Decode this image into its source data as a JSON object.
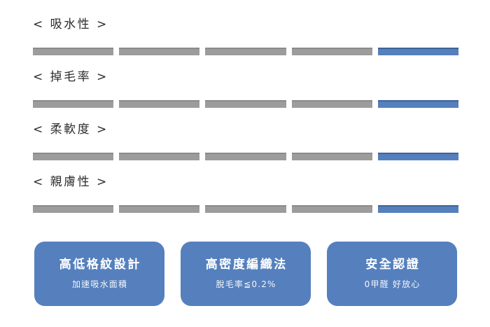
{
  "page": {
    "background_color": "#ffffff",
    "accent_color": "#5580bd",
    "inactive_color": "#9c9c9c",
    "text_color": "#2b2b2b"
  },
  "metrics": {
    "segments_per_row": 5,
    "rows": [
      {
        "label": "< 吸水性 >",
        "name": "water-absorption",
        "filled": 1,
        "levels": [
          "off",
          "off",
          "off",
          "off",
          "on"
        ]
      },
      {
        "label": "< 掉毛率 >",
        "name": "shedding-rate",
        "filled": 1,
        "levels": [
          "off",
          "off",
          "off",
          "off",
          "on"
        ]
      },
      {
        "label": "< 柔軟度 >",
        "name": "softness",
        "filled": 1,
        "levels": [
          "off",
          "off",
          "off",
          "off",
          "on"
        ]
      },
      {
        "label": "< 親膚性 >",
        "name": "skin-friendliness",
        "filled": 1,
        "levels": [
          "off",
          "off",
          "off",
          "off",
          "on"
        ]
      }
    ]
  },
  "cards": [
    {
      "title": "高低格紋設計",
      "subtitle": "加速吸水面積",
      "name": "waffle-weave-design"
    },
    {
      "title": "高密度編織法",
      "subtitle": "脫毛率≦0.2%",
      "name": "high-density-weave"
    },
    {
      "title": "安全認證",
      "subtitle": "0甲醛 好放心",
      "name": "safety-certification"
    }
  ]
}
